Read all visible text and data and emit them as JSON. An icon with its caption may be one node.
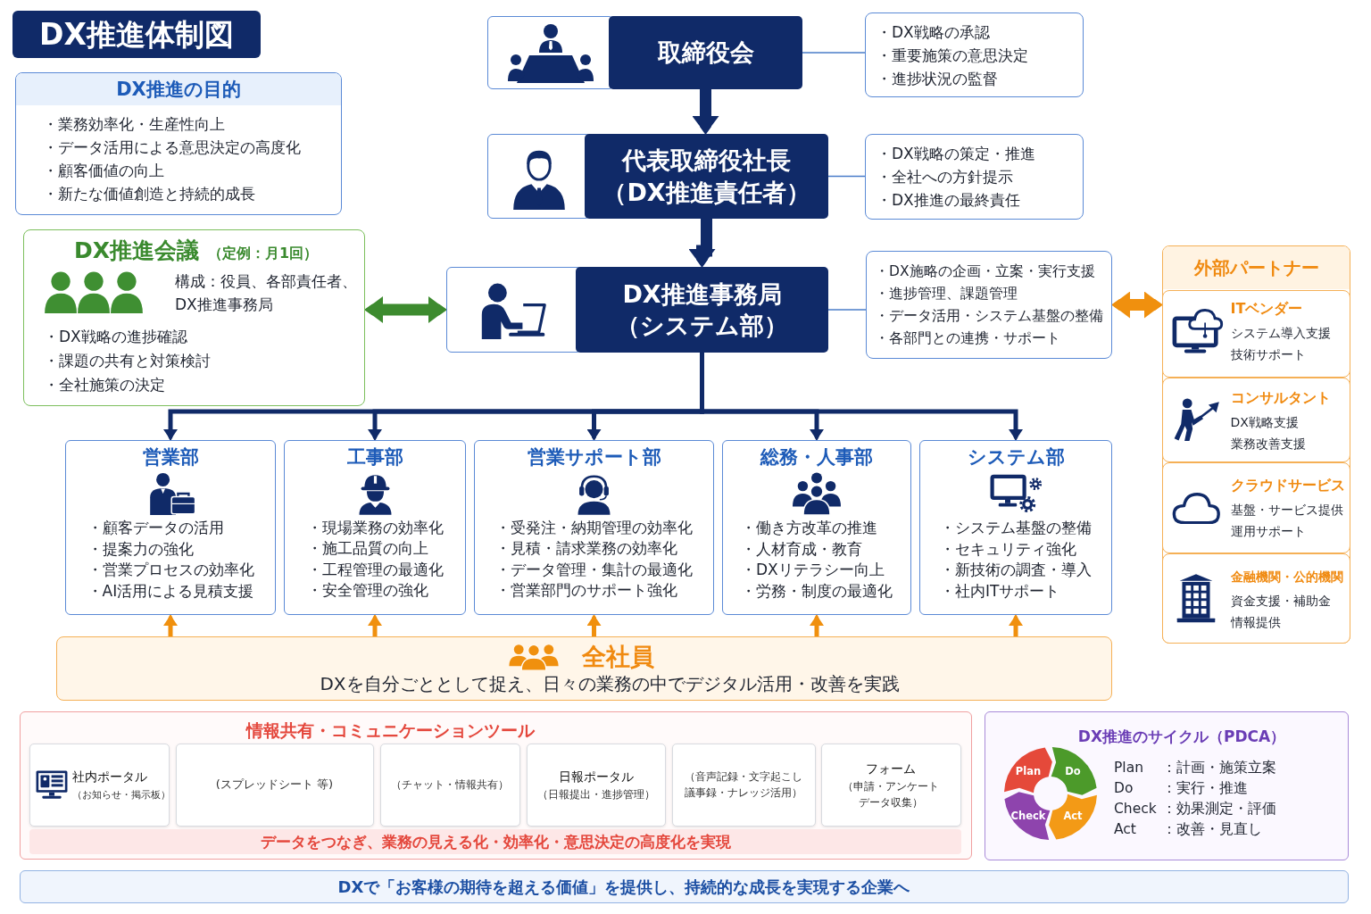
{
  "diagram": {
    "title": "DX推進体制図",
    "nodes": [
      {
        "text": [
          "DX推進の目的",
          "・業務効率化・生産性向上",
          "・データ活用による意思決定の高度化",
          "・顧客価値の向上",
          "・新たな価値創造と持続的成長"
        ]
      },
      {
        "text": [
          "取締役会"
        ]
      },
      {
        "text": [
          "・DX戦略の承認",
          "・重要施策の意思決定",
          "・進捗状況の監督"
        ]
      },
      {
        "text": [
          "代表取締役社長（DX推進責任者）"
        ]
      },
      {
        "text": [
          "・DX戦略の策定・推進",
          "・全社への方針提示",
          "・DX推進の最終責任"
        ]
      },
      {
        "text": [
          "DX推進会議",
          "（定例：月1回）",
          "構成：役員、各部責任者、DX推進事務局",
          "・DX戦略の進捗確認",
          "・課題の共有と対策検討",
          "・全社施策の決定"
        ]
      },
      {
        "text": [
          "DX推進事務局（システム部）"
        ]
      },
      {
        "text": [
          "・DX施略の企画・立案・実行支援",
          "・進捗管理、課題管理",
          "・データ活用・システム基盤の整備",
          "・各部門との連携・サポート"
        ]
      },
      {
        "text": [
          "外部パートナー"
        ]
      },
      {
        "text": [
          "ITベンダー",
          "システム導入支援",
          "技術サポート"
        ],
        "in": 8
      },
      {
        "text": [
          "コンサルタント",
          "DX戦略支援",
          "業務改善支援"
        ],
        "in": 8
      },
      {
        "text": [
          "クラウドサービス",
          "基盤・サービス提供",
          "運用サポート"
        ],
        "in": 8
      },
      {
        "text": [
          "金融機関・公的機関",
          "資金支援・補助金",
          "情報提供"
        ],
        "in": 8
      },
      {
        "text": [
          "営業部",
          "・顧客データの活用",
          "・提案力の強化",
          "・営業プロセスの効率化",
          "・AI活用による見積支援"
        ]
      },
      {
        "text": [
          "工事部",
          "・現場業務の効率化",
          "・施工品質の向上",
          "・工程管理の最適化",
          "・安全管理の強化"
        ]
      },
      {
        "text": [
          "営業サポート部",
          "・受発注・納期管理の効率化",
          "・見積・請求業務の効率化",
          "・データ管理・集計の最適化",
          "・営業部門のサポート強化"
        ]
      },
      {
        "text": [
          "総務・人事部",
          "・働き方改革の推進",
          "・人材育成・教育",
          "・DXリテラシー向上",
          "・労務・制度の最適化"
        ]
      },
      {
        "text": [
          "システム部",
          "・システム基盤の整備",
          "・セキュリティ強化",
          "・新技術の調査・導入",
          "・社内ITサポート"
        ]
      },
      {
        "text": [
          "全社員",
          "DXを自分ごととして捉え、日々の業務の中でデジタル活用・改善を実践"
        ]
      },
      {
        "text": [
          "情報共有・コミュニケーションツール",
          "データをつなぎ、業務の見える化・効率化・意思決定の高度化を実現"
        ]
      },
      {
        "text": [
          "社内ポータル",
          "（お知らせ・掲示板）"
        ],
        "in": 19
      },
      {
        "text": [
          "(スプレッドシート 等)"
        ],
        "in": 19
      },
      {
        "text": [
          "（チャット・情報共有）"
        ],
        "in": 19
      },
      {
        "text": [
          "日報ポータル",
          "（日報提出・進捗管理）"
        ],
        "in": 19
      },
      {
        "text": [
          "（音声記録・文字起こし議事録・ナレッジ活用）"
        ],
        "in": 19
      },
      {
        "text": [
          "フォーム",
          "（申請・アンケートデータ収集）"
        ],
        "in": 19
      },
      {
        "text": [
          "DX推進のサイクル（PDCA）"
        ]
      },
      {
        "text": [
          "DXで「お客様の期待を超える価値」を提供し、持続的な成長を実現する企業へ"
        ]
      }
    ],
    "edges": [
      {
        "from": 1,
        "to": 2,
        "arrow": "none",
        "color": "#4a7cc9"
      },
      {
        "from": 1,
        "to": 3,
        "arrow": "to",
        "style": "thick"
      },
      {
        "from": 3,
        "to": 4,
        "arrow": "none",
        "color": "#4a7cc9"
      },
      {
        "from": 3,
        "to": 6,
        "arrow": "to",
        "style": "thick"
      },
      {
        "from": 5,
        "to": 6,
        "arrow": "both",
        "style": "thick",
        "color": "#3d8b2f"
      },
      {
        "from": 6,
        "to": 7,
        "arrow": "none",
        "color": "#4a7cc9"
      },
      {
        "from": 7,
        "to": 8,
        "arrow": "both",
        "style": "thick",
        "color": "#f0900e"
      },
      {
        "from": 6,
        "to": 13,
        "arrow": "to"
      },
      {
        "from": 6,
        "to": 14,
        "arrow": "to"
      },
      {
        "from": 6,
        "to": 15,
        "arrow": "to"
      },
      {
        "from": 6,
        "to": 16,
        "arrow": "to"
      },
      {
        "from": 6,
        "to": 17,
        "arrow": "to"
      },
      {
        "from": 18,
        "to": 13,
        "arrow": "to",
        "color": "#f0900e"
      },
      {
        "from": 18,
        "to": 14,
        "arrow": "to",
        "color": "#f0900e"
      },
      {
        "from": 18,
        "to": 15,
        "arrow": "to",
        "color": "#f0900e"
      },
      {
        "from": 18,
        "to": 16,
        "arrow": "to",
        "color": "#f0900e"
      },
      {
        "from": 18,
        "to": 17,
        "arrow": "to",
        "color": "#f0900e"
      }
    ],
    "labels": [
      "Plan",
      "Do",
      "Check",
      "Act",
      "Plan",
      "：計画・施策立案",
      "Do",
      "：実行・推進",
      "Check",
      "：効果測定・評価",
      "Act",
      "：改善・見直し"
    ]
  }
}
